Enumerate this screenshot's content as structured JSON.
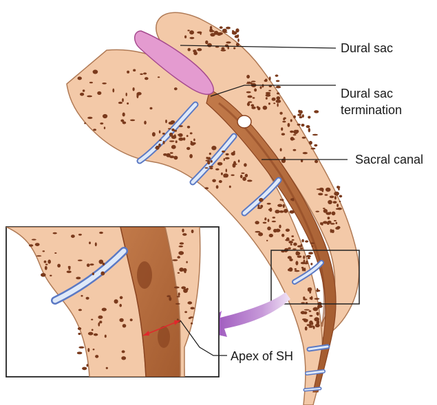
{
  "labels": {
    "dural_sac": "Dural sac",
    "dural_sac_termination_line1": "Dural sac",
    "dural_sac_termination_line2": "termination",
    "sacral_canal": "Sacral canal",
    "apex_of_sh": "Apex of SH"
  },
  "colors": {
    "bone": "#f3c9a8",
    "bone_outline": "#b07a55",
    "marrow": "#7a3a1c",
    "disc": "#dfe9f8",
    "disc_outline": "#5b79c4",
    "canal": "#b86d3e",
    "canal_dark": "#8a4421",
    "dural_sac": "#e49bd0",
    "dural_sac_outline": "#a64b8f",
    "arrow": "#b06bc6",
    "measure": "#e0282c"
  }
}
